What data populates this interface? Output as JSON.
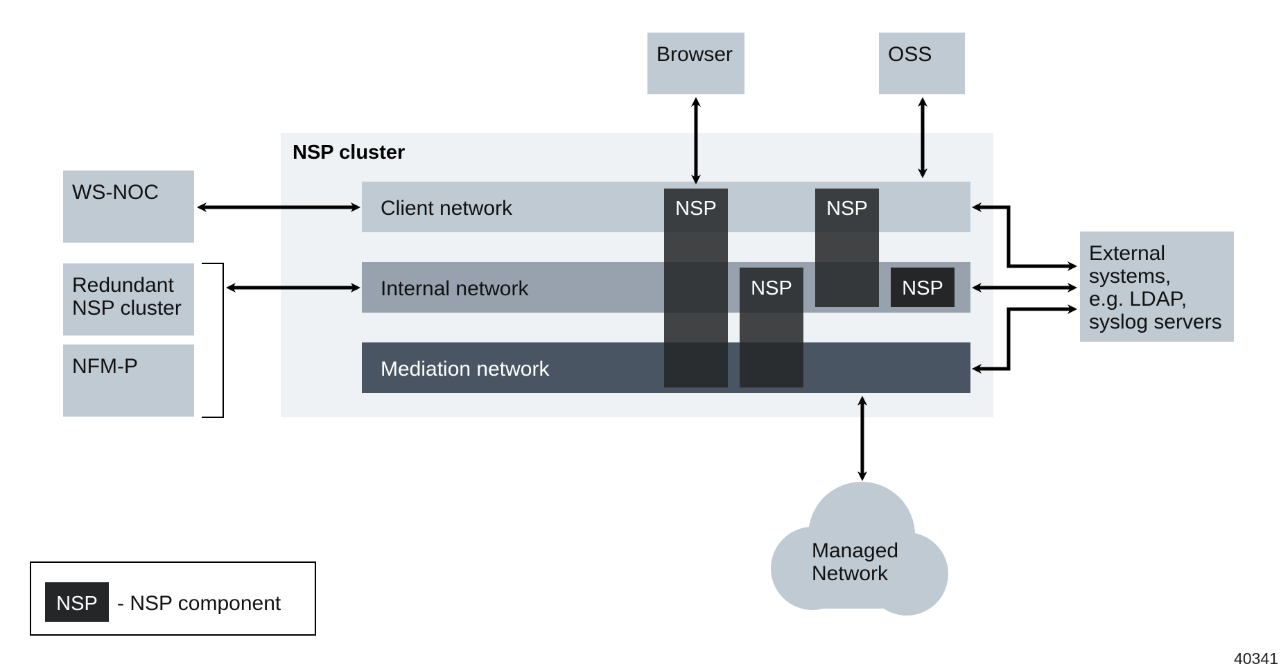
{
  "nodes": {
    "browser": "Browser",
    "oss": "OSS",
    "ws_noc": "WS-NOC",
    "redundant_cluster": [
      "Redundant",
      "NSP cluster"
    ],
    "nfm_p": "NFM-P",
    "external_systems": [
      "External",
      "systems,",
      "e.g. LDAP,",
      "syslog servers"
    ],
    "managed_network": [
      "Managed",
      "Network"
    ]
  },
  "cluster": {
    "title": "NSP cluster",
    "client_network": "Client network",
    "internal_network": "Internal network",
    "mediation_network": "Mediation network"
  },
  "component_label": "NSP",
  "legend": {
    "swatch": "NSP",
    "text": "- NSP component"
  },
  "figure_id": "40341",
  "colors": {
    "node_fill": "#c0cad3",
    "cluster_bg": "#eef2f5",
    "client_net": "#c0cad3",
    "internal_net": "#97a2ae",
    "mediation_net": "#4a5564",
    "component": "#242628"
  }
}
